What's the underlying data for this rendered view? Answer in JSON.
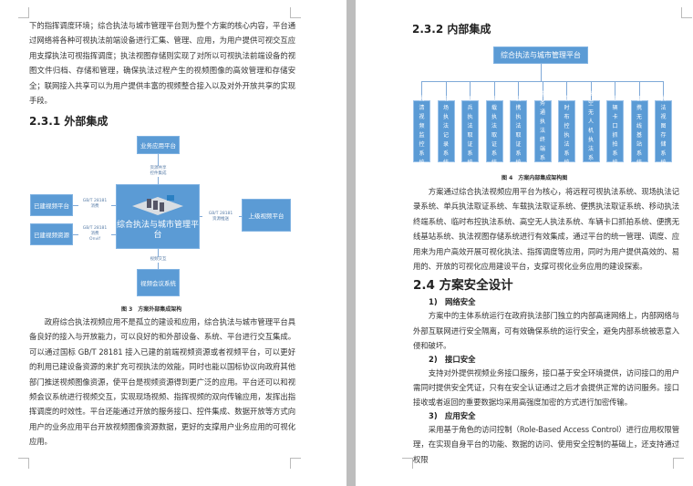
{
  "left_page": {
    "para1": "下的指挥调度环境；综合执法与城市管理平台则为整个方案的核心内容，平台通过网络将各种可视执法前端设备进行汇集、管理、应用，为用户提供可视交互应用支撑执法可视指挥调度；执法视图存储则实现了对所以可视执法前端设备的视图文件归档、存储和管理，确保执法过程产生的视频图像的高效管理和存储安全；联网接入共享可以为用户提供丰富的视频整合接入以及对外开放共享的实现手段。",
    "heading": "2.3.1 外部集成",
    "diagram": {
      "center": "综合执法与城市管理平台",
      "top": "业务应用平台",
      "top_label": "资源共享\n控件集成",
      "left1": "已建视频平台",
      "left1_label": "GB/T 28181\n消费",
      "left2": "已建视频资源",
      "left2_label": "GB/T 28181\n消费\nOnvif",
      "right": "上级视频平台",
      "right_label": "GB/T 28181\n资源推送",
      "bottom": "视频会议系统",
      "bottom_label": "视频交互"
    },
    "caption": "图 3　方案外部集成架构",
    "para2": "政府综合执法视频应用不是孤立的建设和应用，综合执法与城市管理平台具备良好的接入与开放能力，可以良好的和外部设备、系统、平台进行交互集成。可以通过国标 GB/T 28181 接入已建的前端视频资源或者视频平台，可以更好的利用已建设备资源的来扩充可视执法的效能，同时也能以国标协议向政府其他部门推送视频图像资源，使平台是视频资源得到更广泛的应用。平台还可以和视频会议系统进行视频交互，实现现场视频、指挥视频的双向传输应用，发挥出指挥调度的时效性。平台还能通过开放的服务接口、控件集成、数据开放等方式向用户的业务应用平台开放视频图像资源数据，更好的支撑用户业务应用的可视化应用。"
  },
  "right_page": {
    "heading": "2.3.2 内部集成",
    "diagram": {
      "root": "综合执法与城市管理平台",
      "children": [
        "高清视频监控系统",
        "现场执法记录系统",
        "单兵执法取证系统",
        "车载执法取证系统",
        "便携执法取证系统",
        "警务通执法终端系统",
        "临时布控执法系统",
        "高空无人机执法系统",
        "车辆卡口抓拍系统",
        "便携无线基站系统",
        "执法视图存储系统"
      ]
    },
    "caption": "图 4　方案内部集成架构图",
    "para1": "方案通过综合执法视频应用平台为核心，将远程可视执法系统、现场执法记录系统、单兵执法取证系统、车载执法取证系统、便携执法取证系统、移动执法终端系统、临时布控执法系统、高空无人执法系统、车辆卡口抓拍系统、便携无线基站系统、执法视图存储系统进行有效集成，通过平台的统一管理、调度、应用来为用户高效开展可视化执法、指挥调度等应用，同时为用户提供高效的、易用的、开放的可视化应用建设平台，支撑可视化业务应用的建设探索。",
    "section": "2.4  方案安全设计",
    "items": [
      {
        "title": "1)　网络安全",
        "text": "方案中的主体系统运行在政府执法部门独立的内部高速网络上，内部网络与外部互联网进行安全隔离，可有效确保系统的运行安全，避免内部系统被恶意入侵和破坏。"
      },
      {
        "title": "2)　接口安全",
        "text": "支持对外提供视频业务接口服务，接口基于安全环境提供，访问接口的用户需同时提供安全凭证，只有在安全认证通过之后才会提供正常的访问服务。接口接收或者返回的重要数据均采用高强度加密的方式进行加密传输。"
      },
      {
        "title": "3)　应用安全",
        "text": "采用基于角色的访问控制（Role-Based Access Control）进行应用权限管理，在实现自身平台的功能、数据的访问、使用安全控制的基础上，还支持通过权限"
      }
    ]
  },
  "colors": {
    "box": "#5b9bd5",
    "gap": "#bdbdbd"
  }
}
